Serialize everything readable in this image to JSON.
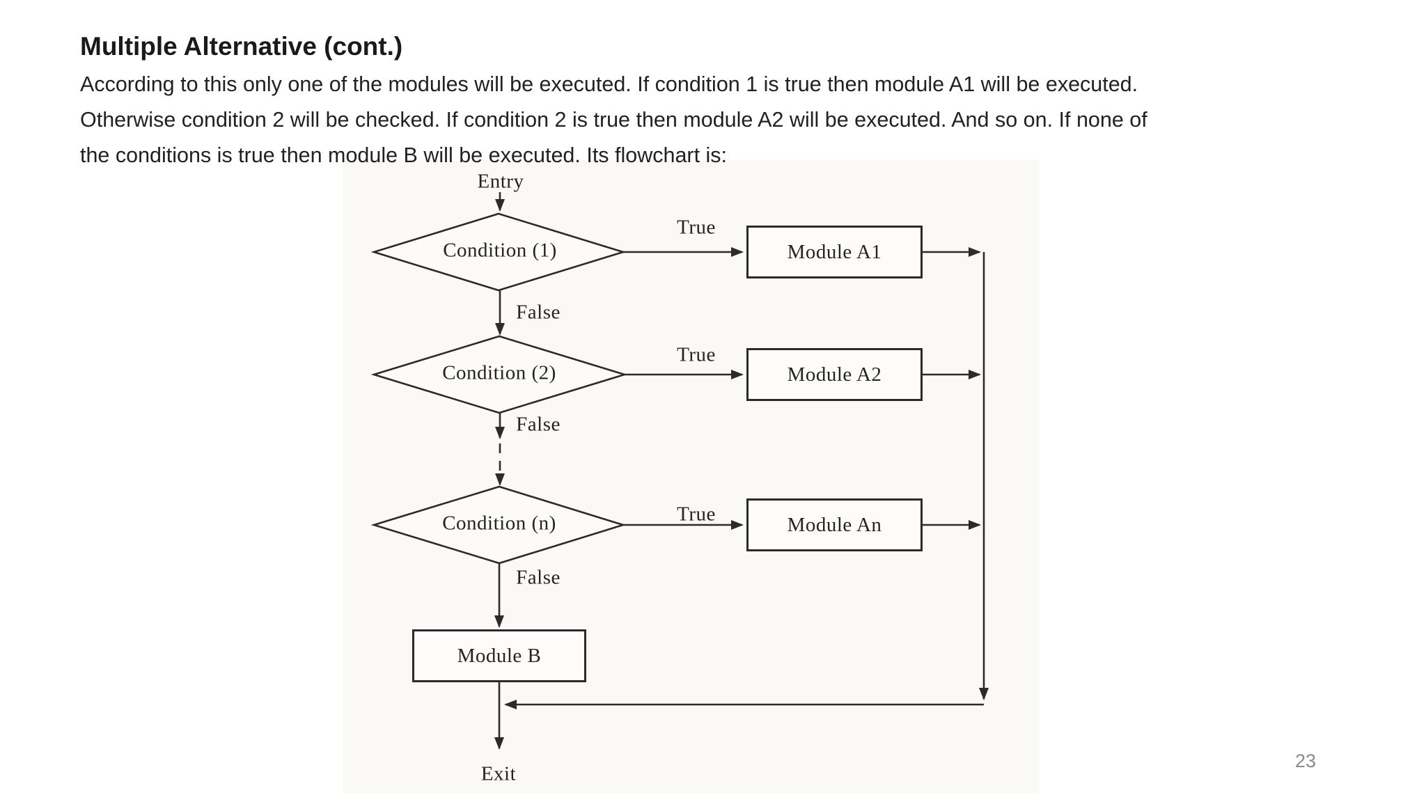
{
  "slide": {
    "title": "Multiple Alternative (cont.)",
    "body_lines": [
      "According to this only one of the modules will be executed. If condition 1 is true then module A1 will be executed.",
      "Otherwise condition 2 will be checked. If condition 2 is true then module A2 will be executed. And so on. If none of",
      "the conditions is true then module B will be executed. Its flowchart is:"
    ],
    "page_number": "23"
  },
  "flowchart": {
    "entry_label": "Entry",
    "exit_label": "Exit",
    "true_label": "True",
    "false_label": "False",
    "condition_1": "Condition (1)",
    "condition_2": "Condition (2)",
    "condition_n": "Condition (n)",
    "module_a1": "Module A1",
    "module_a2": "Module A2",
    "module_an": "Module An",
    "module_b": "Module B"
  },
  "colors": {
    "ink": "#262626",
    "line": "#2b2b2b",
    "scan_tint": "#faf9f6",
    "page_number": "#8a8a8e"
  }
}
